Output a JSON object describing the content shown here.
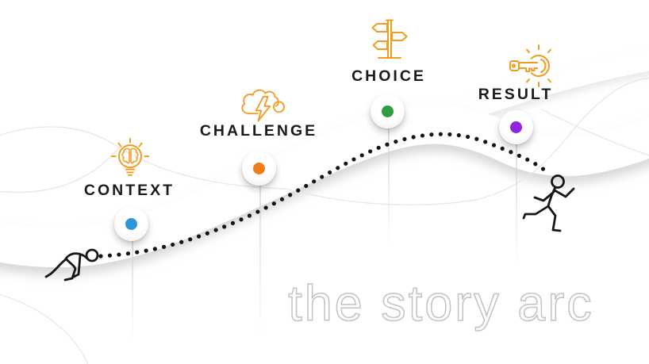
{
  "watermark": {
    "text": "the story arc",
    "color": "#c2c2c2"
  },
  "colors": {
    "icon_accent": "#F29C1F",
    "dotted_line": "#141414",
    "label_text": "#1B1B1B",
    "figure_outline": "#161616",
    "ribbon_white": "#FFFFFF",
    "decorative_curve_gray": "#E9E9E9"
  },
  "milestones": [
    {
      "label": "CONTEXT",
      "icon": "idea-bulb-brain-icon",
      "dot_color": "#2E96D8"
    },
    {
      "label": "CHALLENGE",
      "icon": "storm-cloud-lightning-icon",
      "dot_color": "#F07D1A"
    },
    {
      "label": "CHOICE",
      "icon": "signpost-icon",
      "dot_color": "#2F9E41"
    },
    {
      "label": "RESULT",
      "icon": "key-achievement-icon",
      "dot_color": "#9223E0"
    }
  ],
  "figures": [
    {
      "name": "sprinter-at-start"
    },
    {
      "name": "runner-at-finish"
    }
  ]
}
